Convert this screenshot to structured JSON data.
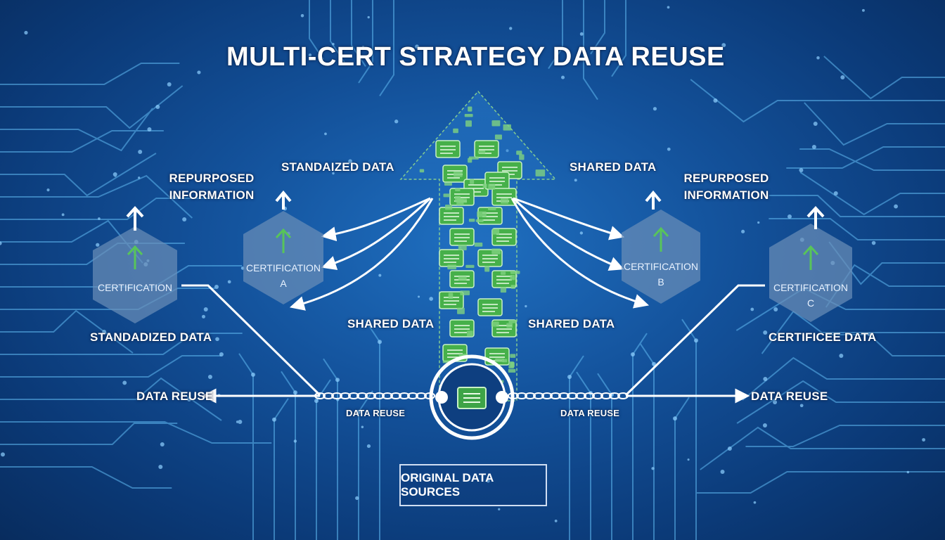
{
  "title": "MULTI-CERT STRATEGY DATA REUSE",
  "colors": {
    "accent_green": "#58c45a",
    "line_white": "#ffffff",
    "circuit_cyan": "#5fb8f0",
    "hex_fill": "#6b8fb8"
  },
  "labels": {
    "repurposed_left": "REPURPOSED INFORMATION",
    "repurposed_right": "REPURPOSED INFORMATION",
    "standardized_top": "STANDAIZED DATA",
    "shared_top": "SHARED DATA",
    "standardized_left": "STANDADIZED DATA",
    "certificee_right": "CERTIFICEE DATA",
    "shared_mid_left": "SHARED DATA",
    "shared_mid_right": "SHARED DATA",
    "data_reuse_left": "DATA REUSE",
    "data_reuse_right": "DATA REUSE",
    "data_reuse_small_left": "DATA REUSE",
    "data_reuse_small_right": "DATA REUSE",
    "original_sources": "ORIGINAL DATA SOURCES"
  },
  "certifications": [
    {
      "id": "left",
      "line1": "CERTIFICATION",
      "line2": ""
    },
    {
      "id": "a",
      "line1": "CERTIFICATION",
      "line2": "A"
    },
    {
      "id": "b",
      "line1": "CERTIFICATION",
      "line2": "B"
    },
    {
      "id": "c",
      "line1": "CERTIFICATION",
      "line2": "C"
    }
  ],
  "icons": [
    "up-arrow-icon",
    "data-card-icon",
    "chain-link-icon"
  ]
}
